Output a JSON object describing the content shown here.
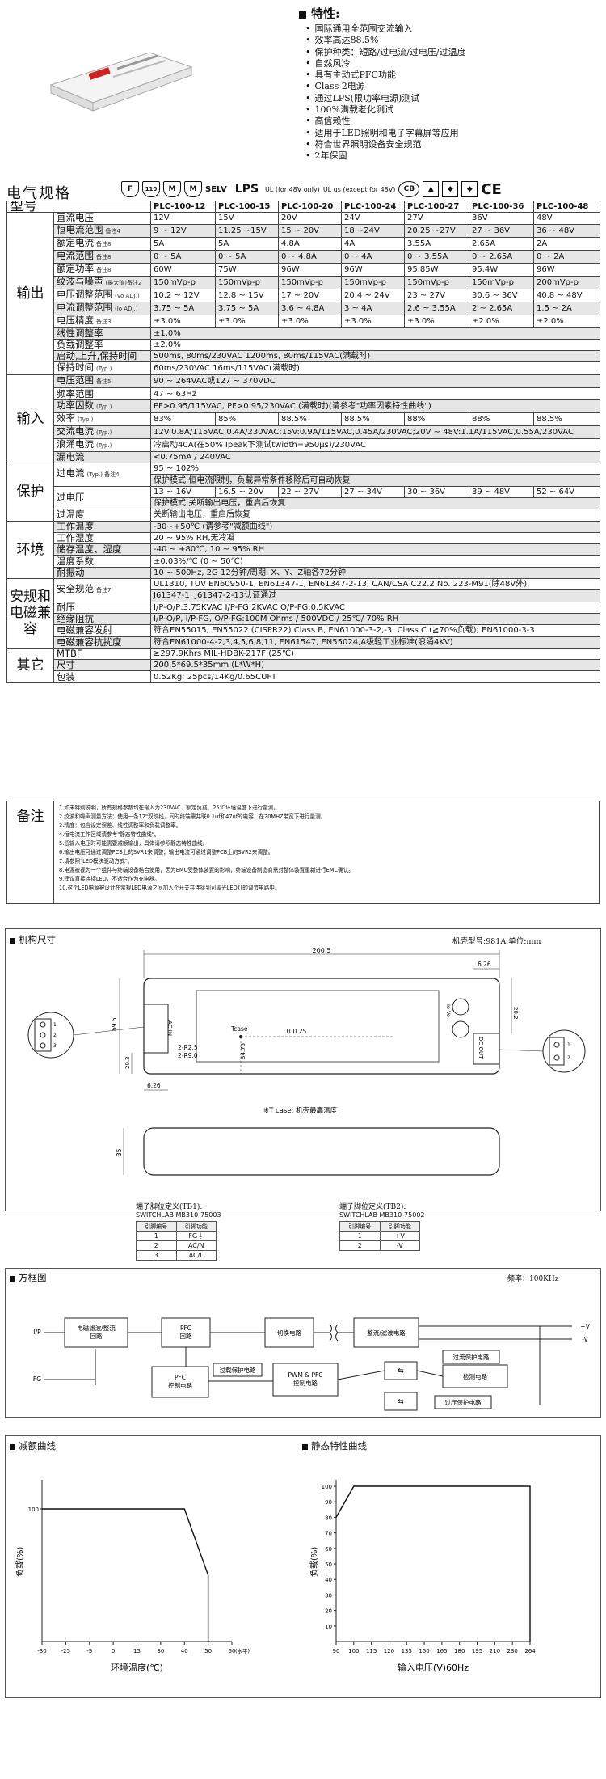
{
  "features": {
    "title": "特性:",
    "items": [
      "国际通用全范围交流输入",
      "效率高达88.5%",
      "保护种类：短路/过电流/过电压/过温度",
      "自然风冷",
      "具有主动式PFC功能",
      "Class 2电源",
      "通过LPS(限功率电源)测试",
      "100%满载老化测试",
      "高信赖性",
      "适用于LED照明和电子字幕屏等应用",
      "符合世界照明设备安全规范",
      "2年保固"
    ]
  },
  "spec": {
    "title": "电气规格",
    "cert_marks": [
      "F",
      "110",
      "M",
      "M",
      "SELV",
      "LPS",
      "UL (for 48V only)",
      "UL us (except for 48V)",
      "CB",
      "CE"
    ],
    "model_label": "型号",
    "models": [
      "PLC-100-12",
      "PLC-100-15",
      "PLC-100-20",
      "PLC-100-24",
      "PLC-100-27",
      "PLC-100-36",
      "PLC-100-48"
    ],
    "categories": {
      "output": "输出",
      "input": "输入",
      "protection": "保护",
      "environment": "环境",
      "safety": "安规和电磁兼容",
      "others": "其它"
    },
    "output_rows": [
      {
        "item": "直流电压",
        "note": "",
        "vals": [
          "12V",
          "15V",
          "20V",
          "24V",
          "27V",
          "36V",
          "48V"
        ]
      },
      {
        "item": "恒电流范围",
        "note": "备注4",
        "vals": [
          "9 ~ 12V",
          "11.25 ~15V",
          "15 ~ 20V",
          "18 ~24V",
          "20.25 ~27V",
          "27 ~ 36V",
          "36 ~ 48V"
        ]
      },
      {
        "item": "额定电流",
        "note": "备注8",
        "vals": [
          "5A",
          "5A",
          "4.8A",
          "4A",
          "3.55A",
          "2.65A",
          "2A"
        ]
      },
      {
        "item": "电流范围",
        "note": "备注8",
        "vals": [
          "0 ~ 5A",
          "0 ~ 5A",
          "0 ~ 4.8A",
          "0 ~ 4A",
          "0 ~ 3.55A",
          "0 ~ 2.65A",
          "0 ~ 2A"
        ]
      },
      {
        "item": "额定功率",
        "note": "备注8",
        "vals": [
          "60W",
          "75W",
          "96W",
          "96W",
          "95.85W",
          "95.4W",
          "96W"
        ]
      },
      {
        "item": "纹波与噪声",
        "note": "(最大值)备注2",
        "vals": [
          "150mVp-p",
          "150mVp-p",
          "150mVp-p",
          "150mVp-p",
          "150mVp-p",
          "150mVp-p",
          "200mVp-p"
        ]
      },
      {
        "item": "电压调整范围",
        "note": "(Vo ADJ.)",
        "vals": [
          "10.2 ~ 12V",
          "12.8 ~ 15V",
          "17 ~ 20V",
          "20.4 ~ 24V",
          "23 ~ 27V",
          "30.6 ~ 36V",
          "40.8 ~ 48V"
        ]
      },
      {
        "item": "电流调整范围",
        "note": "(Io ADJ.)",
        "vals": [
          "3.75 ~ 5A",
          "3.75 ~ 5A",
          "3.6 ~ 4.8A",
          "3 ~ 4A",
          "2.6 ~ 3.55A",
          "2 ~ 2.65A",
          "1.5 ~ 2A"
        ]
      },
      {
        "item": "电压精度",
        "note": "备注3",
        "vals": [
          "±3.0%",
          "±3.0%",
          "±3.0%",
          "±3.0%",
          "±3.0%",
          "±2.0%",
          "±2.0%"
        ]
      },
      {
        "item": "线性调整率",
        "note": "",
        "span": "±1.0%"
      },
      {
        "item": "负载调整率",
        "note": "",
        "span": "±2.0%"
      },
      {
        "item": "启动,上升,保持时间",
        "note": "",
        "span": "500ms, 80ms/230VAC   1200ms, 80ms/115VAC(满载时)"
      },
      {
        "item": "保持时间",
        "note": "(Typ.)",
        "span": "60ms/230VAC   16ms/115VAC(满载时)"
      }
    ],
    "input_rows": [
      {
        "item": "电压范围",
        "note": "备注5",
        "span": "90 ~ 264VAC或127 ~ 370VDC"
      },
      {
        "item": "频率范围",
        "note": "",
        "span": "47 ~ 63Hz"
      },
      {
        "item": "功率因数",
        "note": "(Typ.)",
        "span": "PF>0.95/115VAC, PF>0.95/230VAC (满载时)(请参考\"功率因素特性曲线\")"
      },
      {
        "item": "效率",
        "note": "(Typ.)",
        "vals": [
          "83%",
          "85%",
          "88.5%",
          "88.5%",
          "88%",
          "88%",
          "88.5%"
        ]
      },
      {
        "item": "交流电流",
        "note": "(Typ.)",
        "span": "12V:0.8A/115VAC,0.4A/230VAC;15V:0.9A/115VAC,0.45A/230VAC;20V ~ 48V:1.1A/115VAC,0.55A/230VAC"
      },
      {
        "item": "浪涌电流",
        "note": "(Typ.)",
        "span": "冷启动40A(在50% Ipeak下测试twidth=950μs)/230VAC"
      },
      {
        "item": "漏电流",
        "note": "",
        "span": "<0.75mA / 240VAC"
      }
    ],
    "protection_rows": {
      "overcurrent_item": "过电流",
      "overcurrent_note": "(Typ.) 备注4",
      "overcurrent_value": "95 ~ 102%",
      "overcurrent_mode": "保护模式:恒电流限制，负载异常条件移除后可自动恢复",
      "overvoltage_item": "过电压",
      "overvoltage_vals": [
        "13 ~ 16V",
        "16.5 ~ 20V",
        "22 ~ 27V",
        "27 ~ 34V",
        "30 ~ 36V",
        "39 ~ 48V",
        "52 ~ 64V"
      ],
      "overvoltage_mode": "保护模式:关断输出电压，重启后恢复",
      "overtemp_item": "过温度",
      "overtemp_value": "关断输出电压，重启后恢复"
    },
    "environment_rows": [
      {
        "item": "工作温度",
        "span": "-30~+50℃ (请参考\"减额曲线\")"
      },
      {
        "item": "工作湿度",
        "span": "20 ~ 95% RH,无冷凝"
      },
      {
        "item": "储存温度、湿度",
        "span": "-40 ~ +80℃, 10 ~ 95% RH"
      },
      {
        "item": "温度系数",
        "span": "±0.03%/℃ (0 ~ 50℃)"
      },
      {
        "item": "耐振动",
        "span": "10 ~ 500Hz, 2G 12分钟/周期, X、Y、Z轴各72分钟"
      }
    ],
    "safety_rows": {
      "safety_item": "安全规范",
      "safety_note": "备注7",
      "safety_line1": "UL1310, TUV EN60950-1, EN61347-1, EN61347-2-13, CAN/CSA C22.2 No. 223-M91(除48V外),",
      "safety_line2": "J61347-1, J61347-2-13认证通过",
      "withstand_item": "耐压",
      "withstand": "I/P-O/P:3.75KVAC    I/P-FG:2KVAC    O/P-FG:0.5KVAC",
      "isolation_item": "绝缘阻抗",
      "isolation": "I/P-O/P, I/P-FG, O/P-FG:100M Ohms / 500VDC / 25℃/ 70% RH",
      "emc_emission_item": "电磁兼容发射",
      "emc_emission": "符合EN55015, EN55022 (CISPR22) Class B, EN61000-3-2,-3, Class C (≧70%负载); EN61000-3-3",
      "emc_immunity_item": "电磁兼容抗扰度",
      "emc_immunity": "符合EN61000-4-2,3,4,5,6,8,11, EN61547, EN55024,A级轻工业标准(浪涌4KV)"
    },
    "others_rows": [
      {
        "item": "MTBF",
        "span": "≥297.9Khrs     MIL-HDBK-217F (25℃)"
      },
      {
        "item": "尺寸",
        "span": "200.5*69.5*35mm (L*W*H)"
      },
      {
        "item": "包装",
        "span": "0.52Kg; 25pcs/14Kg/0.65CUFT"
      }
    ],
    "notes_label": "备注",
    "notes": [
      "1.如未特别说明，所有规格参数均在输入为230VAC、额定负载、25℃环境温度下进行量测。",
      "2.纹波和噪声测量方法：使用一条12\"双绞线，同时终端需并联0.1uf和47uf的电容，在20MHZ带宽下进行量测。",
      "3.精度：包含设定误差、线性调整率和负载调整率。",
      "4.恒电流工作区域请参考\"静态特性曲线\"。",
      "5.低输入电压时可能需要减额输出，具体请参照静态特性曲线。",
      "6.输出电压可通过调整PCB上的SVR1来调整；输出电流可通过调整PCB上的SVR2来调整。",
      "7.请参照\"LED模块驱动方式\"。",
      "8.电源被视为一个组件与终端设备结合使用，因为EMC受整体装置的影响，终端设备制造商需对整体装置重新进行EMC确认。",
      "9.建议直接连接LED，不适合作为充电器。",
      "10.这个LED电源被设计在常规LED电源之间加入个开关并连接到可调光LED灯的调节电路中。"
    ]
  },
  "mechanical": {
    "title": "机构尺寸",
    "case_info": "机壳型号:981A    单位:mm",
    "dim_length": "200.5",
    "dim_626_top": "6.26",
    "dim_202": "20.2",
    "dim_695": "69.5",
    "dim_10025": "100.25",
    "dim_3475": "34.75",
    "dim_r25": "2-R2.5",
    "dim_r9": "2-R9.0",
    "dim_202_left": "20.2",
    "dim_626_bottom": "6.26",
    "dim_35": "35",
    "tcase_label": "Tcase",
    "tcase_note": "※T case: 机壳最高温度",
    "ac_in": "AC IN",
    "dc_out": "DC OUT",
    "io_text": "Io Vo",
    "tb1_title": "端子脚位定义(TB1):",
    "tb1_part": "SWITCHLAB MB310-75003",
    "tb1_head": [
      "引脚编号",
      "引脚功能"
    ],
    "tb1_rows": [
      [
        "1",
        "FG⏚"
      ],
      [
        "2",
        "AC/N"
      ],
      [
        "3",
        "AC/L"
      ]
    ],
    "tb2_title": "端子脚位定义(TB2):",
    "tb2_part": "SWITCHLAB MB310-75002",
    "tb2_head": [
      "引脚编号",
      "引脚功能"
    ],
    "tb2_rows": [
      [
        "1",
        "+V"
      ],
      [
        "2",
        "-V"
      ]
    ]
  },
  "block": {
    "title": "方框图",
    "freq": "频率：100KHz",
    "ip": "I/P",
    "fg": "FG",
    "emi": "电磁滤波/整流\n回路",
    "pfc": "PFC\n回路",
    "switch": "切换电路",
    "rect": "整流/滤波电路",
    "ovp": "过流保护电路",
    "pfc_ctrl": "PFC\n控制电路",
    "otp": "过载保护电路",
    "pwm": "PWM & PFC\n控制电路",
    "detect": "检测电路",
    "ovp2": "过压保护电路",
    "vplus": "+V",
    "vminus": "-V"
  },
  "derating": {
    "title": "减额曲线",
    "xlabel": "环境温度(℃)",
    "ylabel": "负载(%)",
    "xticks": [
      "-30",
      "-25",
      "-5",
      "0",
      "15",
      "30",
      "40",
      "50",
      "60"
    ],
    "xunit": "(水平)",
    "ytick": "100"
  },
  "static": {
    "title": "静态特性曲线",
    "xlabel": "输入电压(V)60Hz",
    "ylabel": "负载(%)",
    "xticks": [
      "90",
      "100",
      "115",
      "120",
      "135",
      "150",
      "165",
      "180",
      "195",
      "210",
      "230",
      "264"
    ],
    "yticks": [
      "100",
      "90",
      "80",
      "70",
      "60",
      "50",
      "40",
      "30",
      "20",
      "10"
    ]
  },
  "chart_data": [
    {
      "type": "line",
      "title": "减额曲线",
      "xlabel": "环境温度(℃)",
      "ylabel": "负载(%)",
      "x": [
        -30,
        40,
        50,
        50
      ],
      "y": [
        100,
        100,
        50,
        0
      ],
      "xlim": [
        -30,
        60
      ],
      "ylim": [
        0,
        100
      ]
    },
    {
      "type": "line",
      "title": "静态特性曲线",
      "xlabel": "输入电压(V)60Hz",
      "ylabel": "负载(%)",
      "x": [
        90,
        100,
        264,
        264
      ],
      "y": [
        80,
        100,
        100,
        0
      ],
      "xlim": [
        90,
        264
      ],
      "ylim": [
        0,
        100
      ]
    }
  ]
}
